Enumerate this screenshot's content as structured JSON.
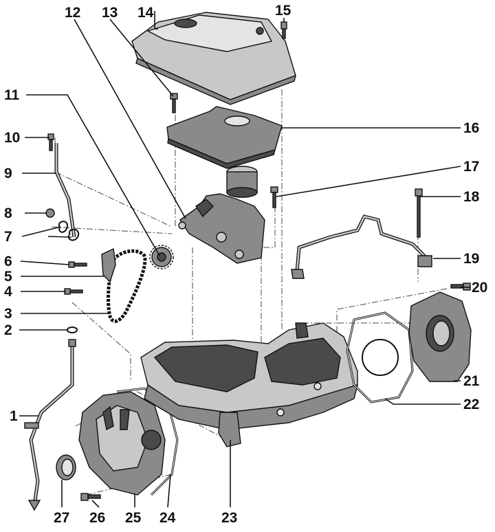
{
  "figure": {
    "callouts": [
      {
        "id": "c1",
        "label": "1"
      },
      {
        "id": "c2",
        "label": "2"
      },
      {
        "id": "c3",
        "label": "3"
      },
      {
        "id": "c4",
        "label": "4"
      },
      {
        "id": "c5",
        "label": "5"
      },
      {
        "id": "c6",
        "label": "6"
      },
      {
        "id": "c7",
        "label": "7"
      },
      {
        "id": "c8",
        "label": "8"
      },
      {
        "id": "c9",
        "label": "9"
      },
      {
        "id": "c10",
        "label": "10"
      },
      {
        "id": "c11",
        "label": "11"
      },
      {
        "id": "c12",
        "label": "12"
      },
      {
        "id": "c13",
        "label": "13"
      },
      {
        "id": "c14",
        "label": "14"
      },
      {
        "id": "c15",
        "label": "15"
      },
      {
        "id": "c16",
        "label": "16"
      },
      {
        "id": "c17",
        "label": "17"
      },
      {
        "id": "c18",
        "label": "18"
      },
      {
        "id": "c19",
        "label": "19"
      },
      {
        "id": "c20",
        "label": "20"
      },
      {
        "id": "c21",
        "label": "21"
      },
      {
        "id": "c22",
        "label": "22"
      },
      {
        "id": "c23",
        "label": "23"
      },
      {
        "id": "c24",
        "label": "24"
      },
      {
        "id": "c25",
        "label": "25"
      },
      {
        "id": "c26",
        "label": "26"
      },
      {
        "id": "c27",
        "label": "27"
      }
    ]
  }
}
